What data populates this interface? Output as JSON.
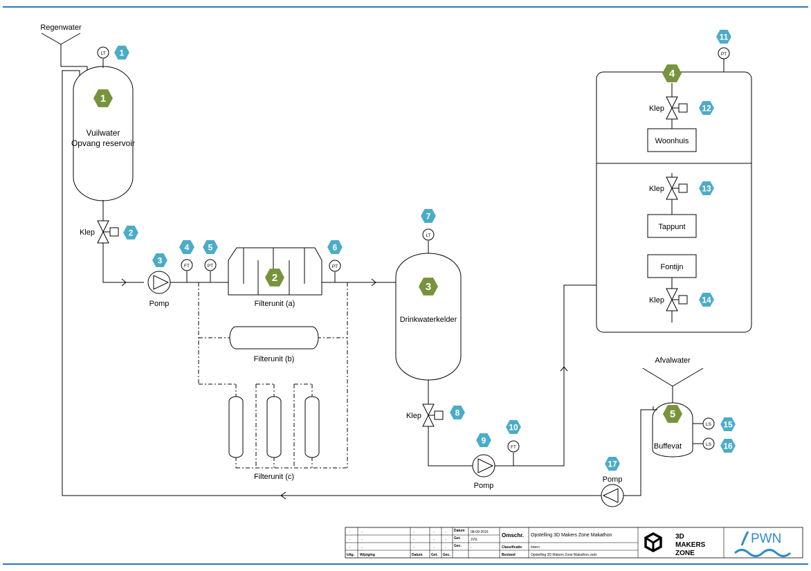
{
  "colors": {
    "green_hex": "#77933c",
    "blue_hex": "#4bacc6",
    "rule_blue": "#2e75b6",
    "pwn_blue": "#2e8bc9"
  },
  "labels": {
    "regenwater": "Regenwater",
    "afvalwater": "Afvalwater",
    "vuilwater_1": "Vuilwater",
    "vuilwater_2": "Opvang reservoir",
    "klep": "Klep",
    "pomp": "Pomp",
    "filter_a": "Filterunit (a)",
    "filter_b": "Filterunit (b)",
    "filter_c": "Filterunit (c)",
    "drinkwater": "Drinkwaterkelder",
    "woonhuis": "Woonhuis",
    "tappunt": "Tappunt",
    "fontijn": "Fontijn",
    "buffervat": "Buffevat"
  },
  "instruments": {
    "lt1": "LT",
    "ft4": "FT",
    "pt5": "PT",
    "pt6": "PT",
    "lt7": "LT",
    "ft10": "FT",
    "pt11": "PT",
    "ls15": "LS",
    "ls16": "LS"
  },
  "green_tags": [
    "1",
    "2",
    "3",
    "4",
    "5"
  ],
  "blue_tags": [
    "1",
    "2",
    "3",
    "4",
    "5",
    "6",
    "7",
    "8",
    "9",
    "10",
    "11",
    "12",
    "13",
    "14",
    "15",
    "16",
    "17"
  ],
  "title_block": {
    "rev_rows": [
      [
        "-",
        "-",
        "-",
        "-",
        "-"
      ],
      [
        "-",
        "-",
        "-",
        "-",
        "-"
      ],
      [
        "-",
        "-",
        "-",
        "-",
        "-"
      ]
    ],
    "headers": {
      "uitg": "Uitg.",
      "wijziging": "Wijziging",
      "datum": "Datum",
      "get": "Get.",
      "gec": "Gec."
    },
    "datum_label": "Datum",
    "datum_value": "08-09-2016",
    "get_label": "Get.",
    "get_value": "JVG",
    "gec_label": "Gec.",
    "gec_value": "-",
    "omschr_label": "Omschr.",
    "omschr_value": "Opstelling 3D Makers Zone Makathon",
    "classificatie_label": "Classificatie",
    "classificatie_value": "Intern",
    "bestand_label": "Bestand",
    "bestand_value": "Opstelling 3D Makers Zone Makathon.vsdx"
  },
  "logos": {
    "makers_line1": "3D",
    "makers_line2": "MAKERS",
    "makers_line3": "ZONE",
    "pwn": "PWN"
  }
}
